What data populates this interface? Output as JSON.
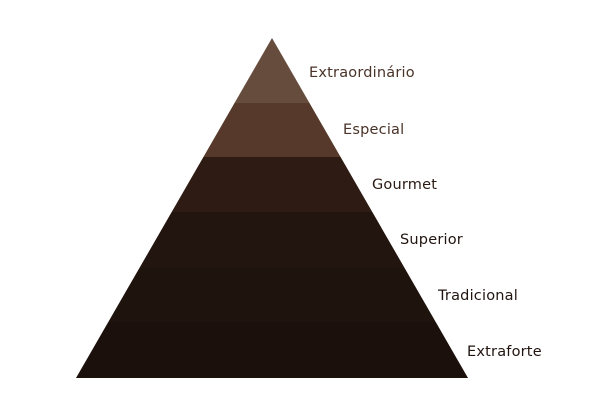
{
  "pyramid": {
    "tiers": [
      {
        "label": "Extraordinário",
        "color": "#654c3d",
        "label_color": "#4a3328"
      },
      {
        "label": "Especial",
        "color": "#56392b",
        "label_color": "#4a3328"
      },
      {
        "label": "Gourmet",
        "color": "#2e1b13",
        "label_color": "#2a1a12"
      },
      {
        "label": "Superior",
        "color": "#22140f",
        "label_color": "#22140f"
      },
      {
        "label": "Tradicional",
        "color": "#1f130d",
        "label_color": "#22140f"
      },
      {
        "label": "Extraforte",
        "color": "#1b100b",
        "label_color": "#22140f"
      }
    ]
  }
}
